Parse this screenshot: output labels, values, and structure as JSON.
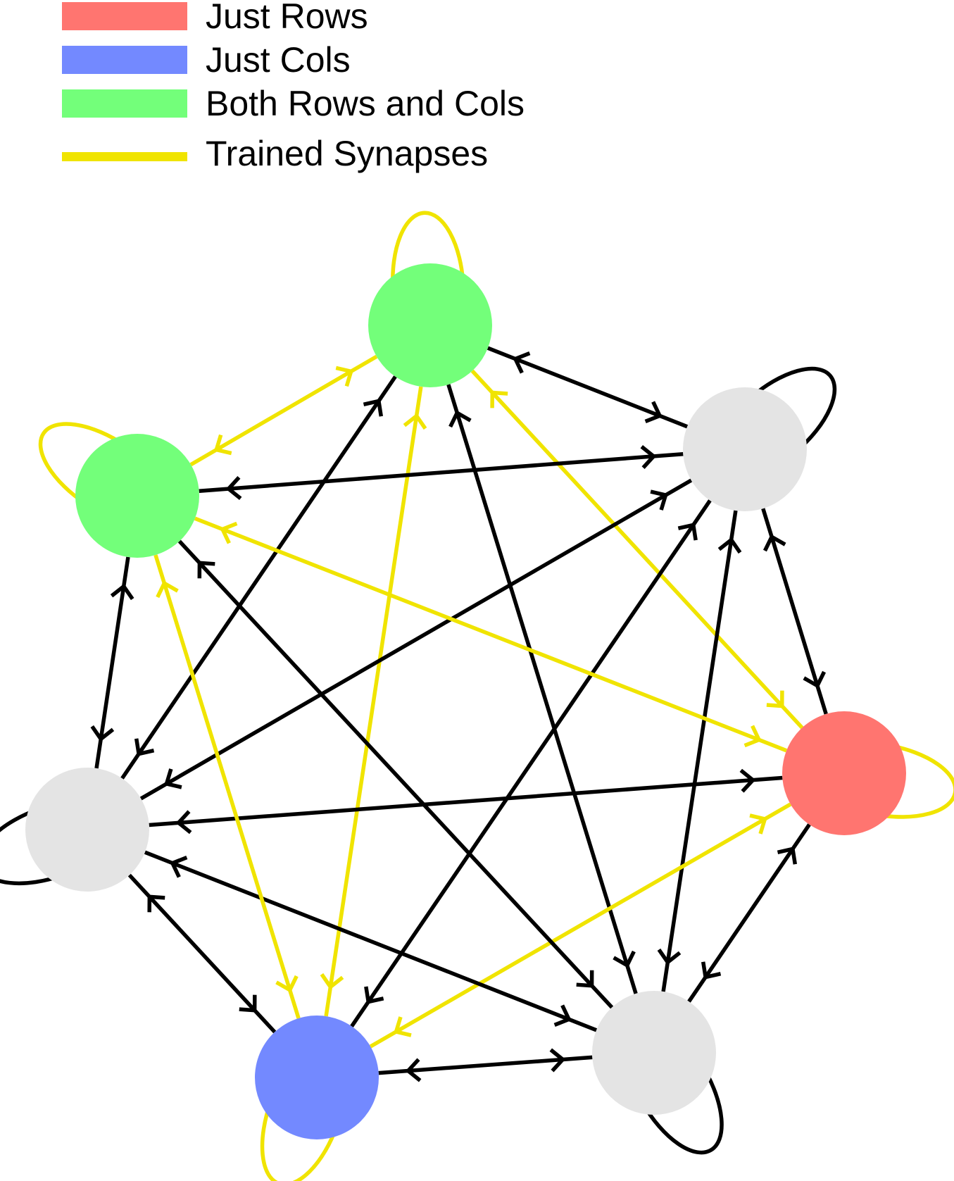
{
  "legend": {
    "items": [
      {
        "label": "Just Rows",
        "color": "#ff7570",
        "kind": "box"
      },
      {
        "label": "Just Cols",
        "color": "#7389ff",
        "kind": "box"
      },
      {
        "label": "Both Rows and Cols",
        "color": "#73ff7a",
        "kind": "box"
      },
      {
        "label": "Trained Synapses",
        "color": "#f0e400",
        "kind": "line"
      }
    ]
  },
  "colors": {
    "untrained_node": "#e4e4e4",
    "untrained_edge": "#000000",
    "trained_edge": "#f0e400"
  },
  "graph": {
    "nodes": [
      {
        "id": "top",
        "category": "Both Rows and Cols"
      },
      {
        "id": "upper-right",
        "category": "none"
      },
      {
        "id": "right",
        "category": "Just Rows"
      },
      {
        "id": "lower-right",
        "category": "none"
      },
      {
        "id": "bottom",
        "category": "Just Cols"
      },
      {
        "id": "left",
        "category": "none"
      },
      {
        "id": "upper-left",
        "category": "Both Rows and Cols"
      }
    ],
    "edges": [
      {
        "a": "top",
        "b": "upper-right",
        "trained": false
      },
      {
        "a": "top",
        "b": "right",
        "trained": true
      },
      {
        "a": "top",
        "b": "lower-right",
        "trained": false
      },
      {
        "a": "top",
        "b": "bottom",
        "trained": true
      },
      {
        "a": "top",
        "b": "left",
        "trained": false
      },
      {
        "a": "top",
        "b": "upper-left",
        "trained": true
      },
      {
        "a": "upper-right",
        "b": "right",
        "trained": false
      },
      {
        "a": "upper-right",
        "b": "lower-right",
        "trained": false
      },
      {
        "a": "upper-right",
        "b": "bottom",
        "trained": false
      },
      {
        "a": "upper-right",
        "b": "left",
        "trained": false
      },
      {
        "a": "upper-right",
        "b": "upper-left",
        "trained": false
      },
      {
        "a": "right",
        "b": "lower-right",
        "trained": false
      },
      {
        "a": "right",
        "b": "bottom",
        "trained": true
      },
      {
        "a": "right",
        "b": "left",
        "trained": false
      },
      {
        "a": "right",
        "b": "upper-left",
        "trained": true
      },
      {
        "a": "lower-right",
        "b": "bottom",
        "trained": false
      },
      {
        "a": "lower-right",
        "b": "left",
        "trained": false
      },
      {
        "a": "lower-right",
        "b": "upper-left",
        "trained": false
      },
      {
        "a": "bottom",
        "b": "left",
        "trained": false
      },
      {
        "a": "bottom",
        "b": "upper-left",
        "trained": true
      },
      {
        "a": "left",
        "b": "upper-left",
        "trained": false
      }
    ],
    "self_loops": [
      {
        "node": "top",
        "trained": true
      },
      {
        "node": "upper-right",
        "trained": false
      },
      {
        "node": "right",
        "trained": true
      },
      {
        "node": "lower-right",
        "trained": false
      },
      {
        "node": "bottom",
        "trained": true
      },
      {
        "node": "left",
        "trained": false
      },
      {
        "node": "upper-left",
        "trained": true
      }
    ]
  }
}
